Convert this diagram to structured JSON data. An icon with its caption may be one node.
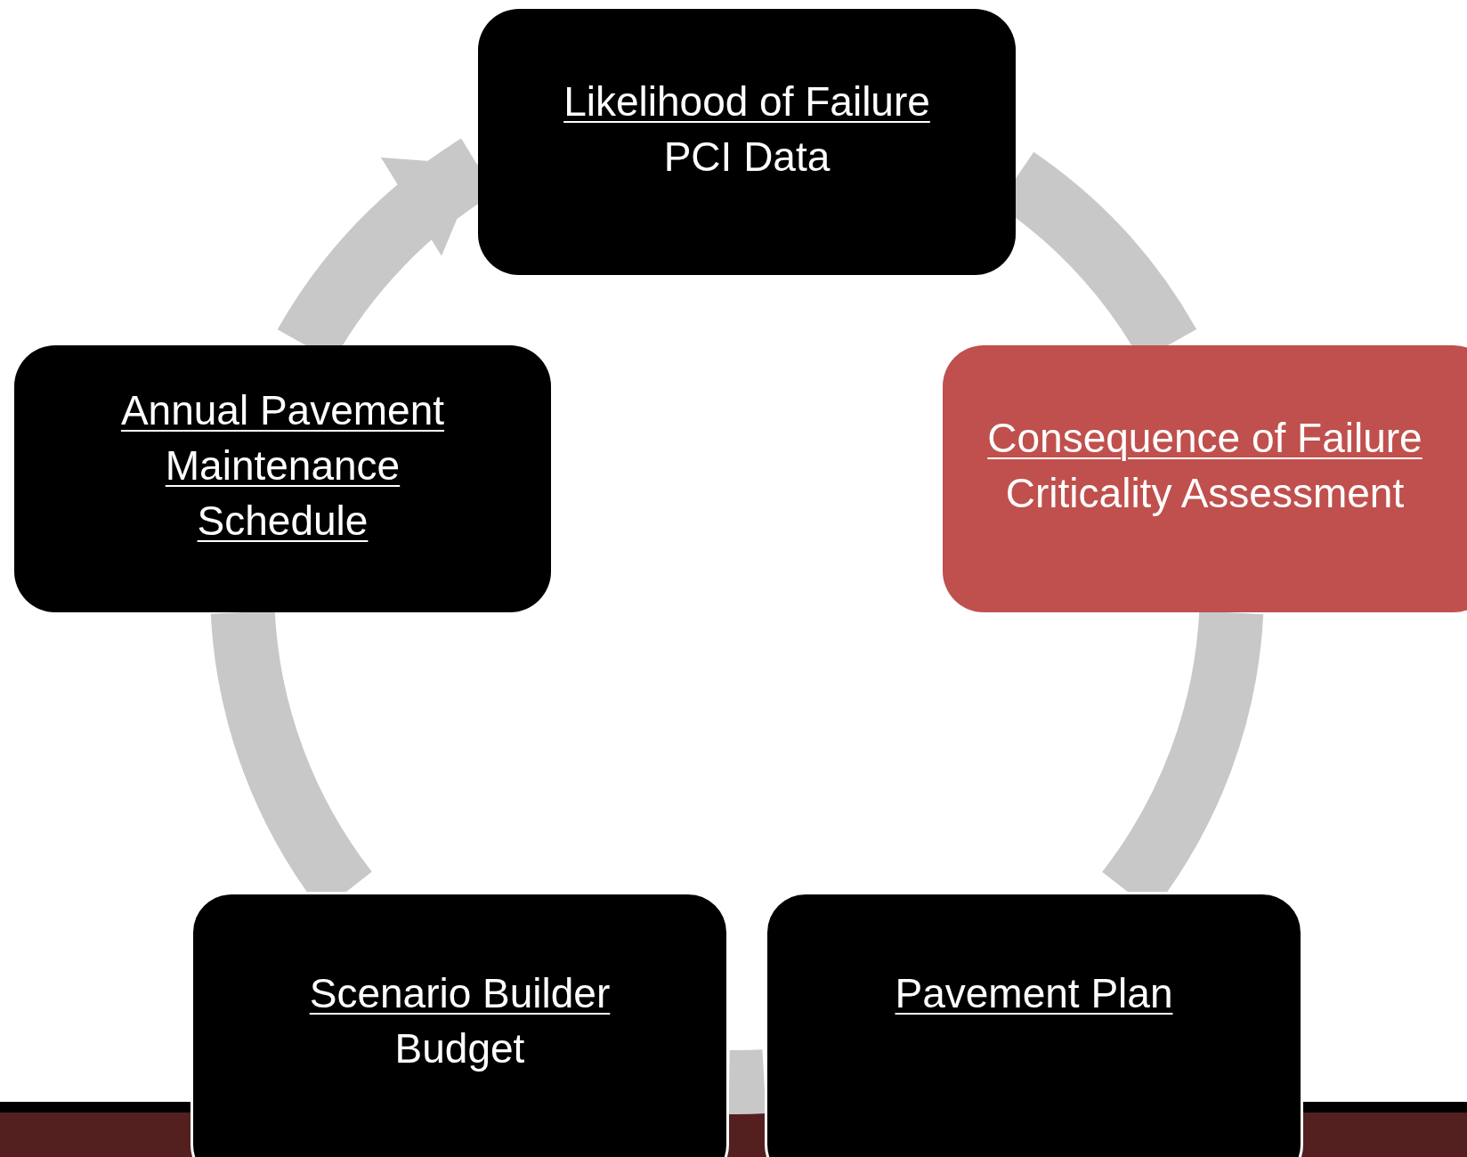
{
  "diagram": {
    "nodes": [
      {
        "text": [
          "Likelihood of Failure",
          "PCI Data"
        ]
      },
      {
        "text": [
          "Consequence of Failure",
          "Criticality Assessment"
        ]
      },
      {
        "text": [
          "Pavement Plan"
        ]
      },
      {
        "text": [
          "Scenario Builder",
          "Budget"
        ]
      },
      {
        "text": [
          "Annual Pavement Maintenance Schedule"
        ]
      }
    ],
    "edges": [
      {
        "from": 0,
        "to": 1,
        "arrow": "none"
      },
      {
        "from": 1,
        "to": 2,
        "arrow": "none"
      },
      {
        "from": 2,
        "to": 3,
        "arrow": "none"
      },
      {
        "from": 3,
        "to": 4,
        "arrow": "none"
      },
      {
        "from": 4,
        "to": 0,
        "arrow": "to"
      }
    ]
  }
}
